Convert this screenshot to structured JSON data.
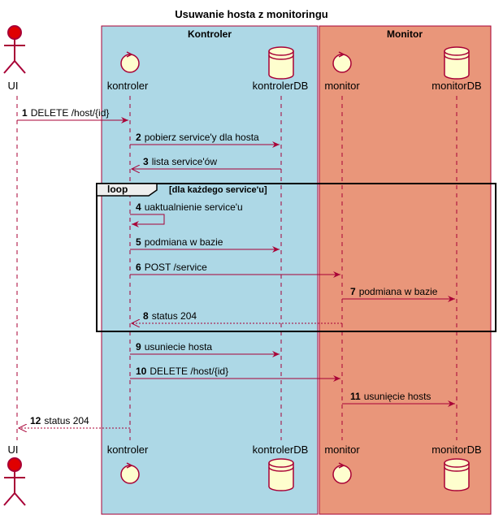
{
  "title": "Usuwanie hosta z monitoringu",
  "colors": {
    "kontroler_box": "#ADD8E6",
    "monitor_box": "#E9967A",
    "box_border": "#A80036",
    "arrow": "#A80036",
    "actor_fill": "#E00000",
    "participant_fill": "#FEFECE"
  },
  "boxes": {
    "kontroler": "Kontroler",
    "monitor": "Monitor"
  },
  "participants": {
    "ui": "UI",
    "kontroler": "kontroler",
    "kontrolerDB": "kontrolerDB",
    "monitor": "monitor",
    "monitorDB": "monitorDB"
  },
  "participant_icons": {
    "ui": "actor-icon",
    "kontroler": "control-icon",
    "kontrolerDB": "database-icon",
    "monitor": "control-icon",
    "monitorDB": "database-icon"
  },
  "loop": {
    "keyword": "loop",
    "condition": "[dla każdego service'u]"
  },
  "messages": [
    {
      "num": "1",
      "text": "DELETE /host/{id}"
    },
    {
      "num": "2",
      "text": "pobierz service'y dla hosta"
    },
    {
      "num": "3",
      "text": "lista service'ów"
    },
    {
      "num": "4",
      "text": "uaktualnienie service'u"
    },
    {
      "num": "5",
      "text": "podmiana w bazie"
    },
    {
      "num": "6",
      "text": "POST /service"
    },
    {
      "num": "7",
      "text": "podmiana w bazie"
    },
    {
      "num": "8",
      "text": "status 204"
    },
    {
      "num": "9",
      "text": "usuniecie hosta"
    },
    {
      "num": "10",
      "text": "DELETE /host/{id}"
    },
    {
      "num": "11",
      "text": "usunięcie hosts"
    },
    {
      "num": "12",
      "text": "status 204"
    }
  ]
}
